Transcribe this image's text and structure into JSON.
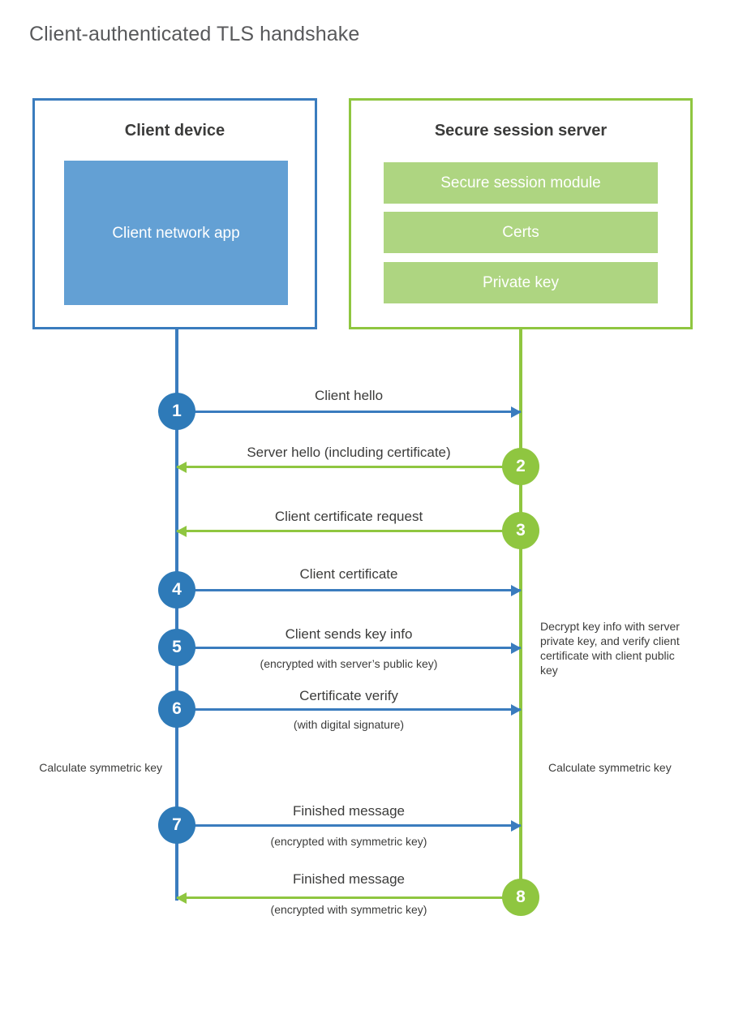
{
  "title": "Client-authenticated TLS handshake",
  "colors": {
    "client_blue": "#3a7cbe",
    "client_app_fill": "#63a0d4",
    "badge_blue": "#2e7ab8",
    "server_green": "#8fc640",
    "server_module_fill": "#aed581",
    "text": "#3c3c3b",
    "title_text": "#58595b",
    "background": "#ffffff"
  },
  "client": {
    "title": "Client device",
    "app_label": "Client network app"
  },
  "server": {
    "title": "Secure session server",
    "modules": [
      {
        "label": "Secure session module"
      },
      {
        "label": "Certs"
      },
      {
        "label": "Private key"
      }
    ]
  },
  "notes": {
    "server_decrypt": "Decrypt key info with server private key, and verify client certificate with client public key",
    "client_calc": "Calculate symmetric key",
    "server_calc": "Calculate symmetric key"
  },
  "steps": [
    {
      "number": "1",
      "label": "Client hello",
      "sub": "",
      "direction": "client-to-server",
      "side": "client"
    },
    {
      "number": "2",
      "label": "Server hello (including certificate)",
      "sub": "",
      "direction": "server-to-client",
      "side": "server"
    },
    {
      "number": "3",
      "label": "Client certificate request",
      "sub": "",
      "direction": "server-to-client",
      "side": "server"
    },
    {
      "number": "4",
      "label": "Client certificate",
      "sub": "",
      "direction": "client-to-server",
      "side": "client"
    },
    {
      "number": "5",
      "label": "Client sends key info",
      "sub": "(encrypted with server’s public key)",
      "direction": "client-to-server",
      "side": "client"
    },
    {
      "number": "6",
      "label": "Certificate verify",
      "sub": "(with digital signature)",
      "direction": "client-to-server",
      "side": "client"
    },
    {
      "number": "7",
      "label": "Finished message",
      "sub": "(encrypted with symmetric key)",
      "direction": "client-to-server",
      "side": "client"
    },
    {
      "number": "8",
      "label": "Finished message",
      "sub": "(encrypted with symmetric key)",
      "direction": "server-to-client",
      "side": "server"
    }
  ],
  "chart_data": {
    "type": "diagram",
    "diagram_kind": "sequence",
    "title": "Client-authenticated TLS handshake",
    "actors": [
      "Client device",
      "Secure session server"
    ],
    "messages": [
      {
        "step": 1,
        "from": "Client device",
        "to": "Secure session server",
        "text": "Client hello"
      },
      {
        "step": 2,
        "from": "Secure session server",
        "to": "Client device",
        "text": "Server hello (including certificate)"
      },
      {
        "step": 3,
        "from": "Secure session server",
        "to": "Client device",
        "text": "Client certificate request"
      },
      {
        "step": 4,
        "from": "Client device",
        "to": "Secure session server",
        "text": "Client certificate"
      },
      {
        "step": 5,
        "from": "Client device",
        "to": "Secure session server",
        "text": "Client sends key info",
        "detail": "(encrypted with server’s public key)"
      },
      {
        "step": 6,
        "from": "Client device",
        "to": "Secure session server",
        "text": "Certificate verify",
        "detail": "(with digital signature)"
      },
      {
        "step": 7,
        "from": "Client device",
        "to": "Secure session server",
        "text": "Finished message",
        "detail": "(encrypted with symmetric key)"
      },
      {
        "step": 8,
        "from": "Secure session server",
        "to": "Client device",
        "text": "Finished message",
        "detail": "(encrypted with symmetric key)"
      }
    ]
  }
}
